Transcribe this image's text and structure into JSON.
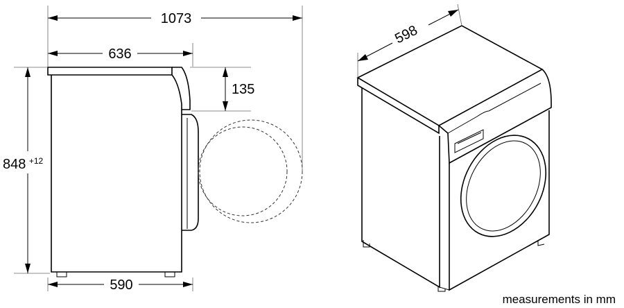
{
  "dimensions": {
    "depth_total": "1073",
    "depth_body": "636",
    "door_clearance": "135",
    "height": "848",
    "height_tolerance": "+12",
    "depth_feet": "590",
    "width": "598"
  },
  "note": "measurements in mm",
  "colors": {
    "line": "#000000",
    "background": "#ffffff"
  }
}
